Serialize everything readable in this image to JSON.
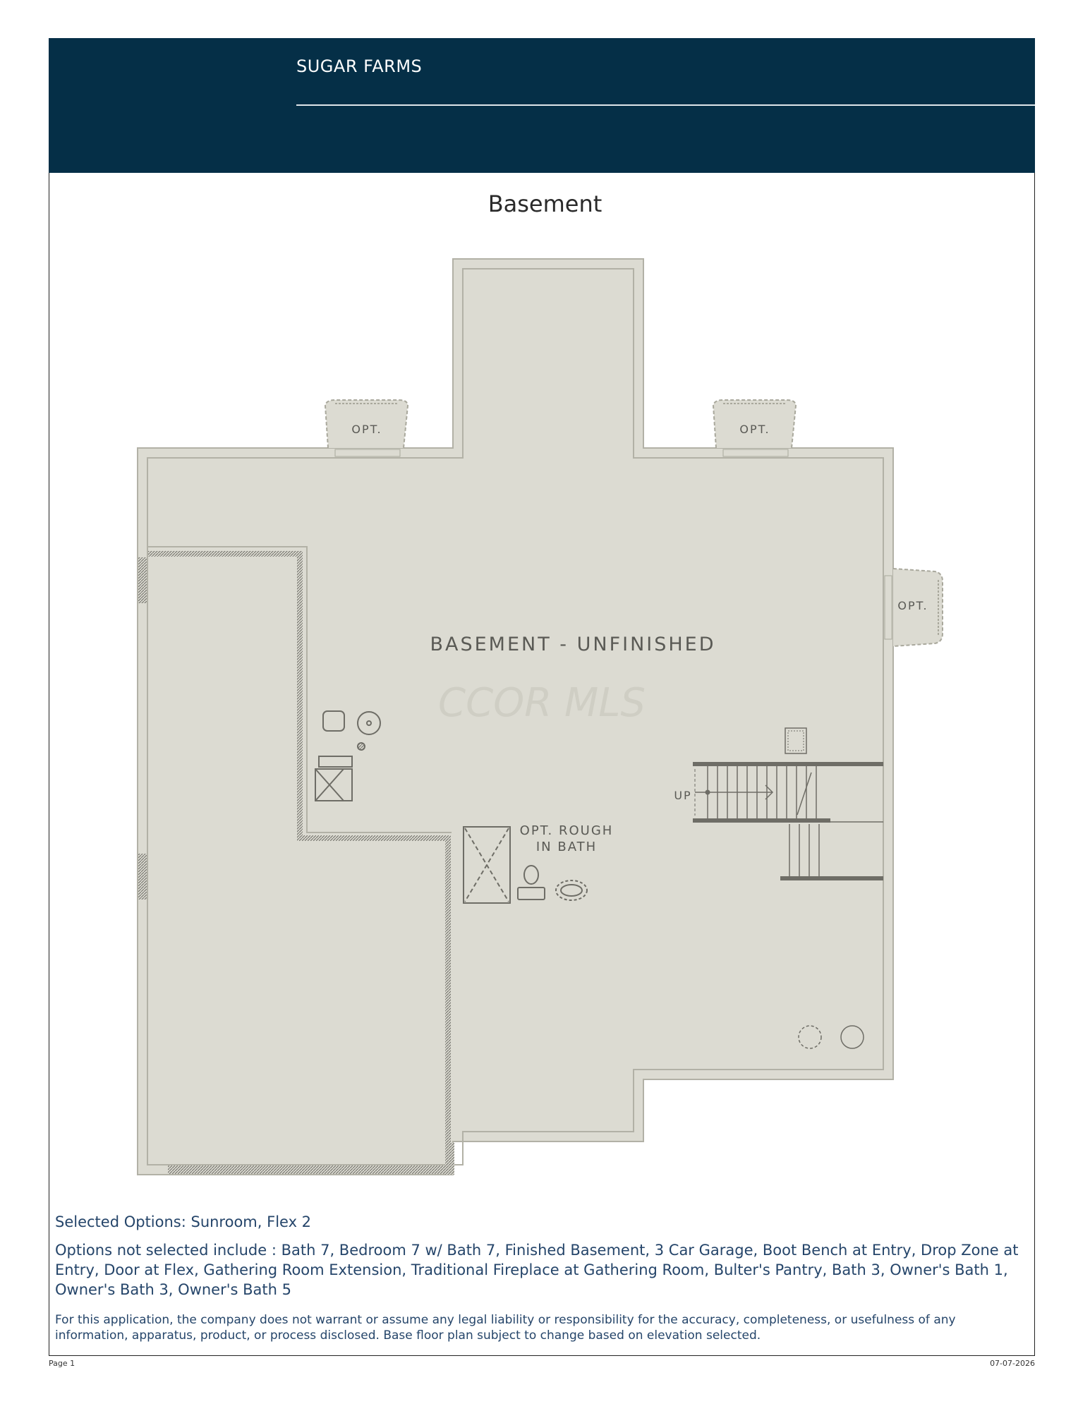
{
  "header": {
    "community": "SUGAR FARMS"
  },
  "plan": {
    "title": "Basement",
    "room_label": "BASEMENT - UNFINISHED",
    "watermark": "CCOR MLS",
    "opt_labels": [
      "OPT.",
      "OPT.",
      "OPT."
    ],
    "rough_in_line1": "OPT. ROUGH",
    "rough_in_line2": "IN BATH",
    "stair_label": "UP"
  },
  "options": {
    "selected": "Selected Options: Sunroom, Flex 2",
    "not_selected": "Options not selected include : Bath 7, Bedroom 7 w/ Bath 7, Finished Basement, 3 Car Garage, Boot Bench at Entry, Drop Zone at Entry, Door at Flex, Gathering Room Extension, Traditional Fireplace at Gathering Room, Bulter's Pantry, Bath 3, Owner's Bath 1, Owner's Bath 3, Owner's Bath 5"
  },
  "disclaimer": "For this application, the company does not warrant or assume any legal liability or responsibility for the accuracy, completeness, or usefulness of any information, apparatus, product, or process disclosed. Base floor plan subject to change based on elevation selected.",
  "footer": {
    "page": "Page 1",
    "date": "07-07-2026"
  },
  "colors": {
    "header_bg": "#052f47",
    "floor_fill": "#dcdbd2",
    "wall": "#a9a89c",
    "text": "#25456a"
  }
}
